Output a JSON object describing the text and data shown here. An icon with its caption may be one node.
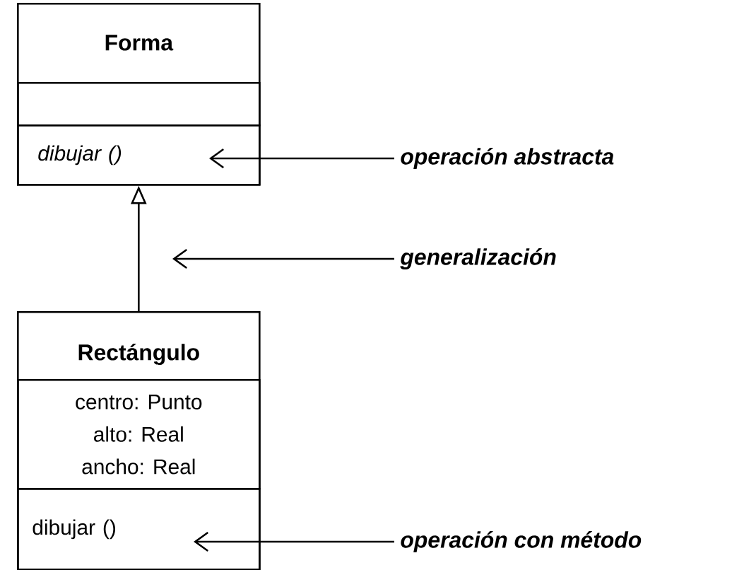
{
  "diagram": {
    "nodes": [
      {
        "text": [
          "Forma"
        ]
      },
      {
        "text": [],
        "shape": "box",
        "in": 0
      },
      {
        "text": [
          "dibujar ()"
        ],
        "in": 0
      },
      {
        "text": [
          "Rectángulo"
        ]
      },
      {
        "text": [
          "centro: Punto",
          "alto: Real",
          "ancho: Real"
        ],
        "in": 3
      },
      {
        "text": [
          "dibujar ()"
        ],
        "in": 3
      },
      {
        "text": [
          "operación abstracta"
        ]
      },
      {
        "text": [
          "generalización"
        ]
      },
      {
        "text": [
          "operación con método"
        ]
      }
    ],
    "edges": [
      {
        "from": 3,
        "to": 0,
        "arrow": "to"
      },
      {
        "from": 6,
        "to": 2,
        "arrow": "to"
      },
      {
        "from": 7,
        "to": null,
        "arrow": "to"
      },
      {
        "from": 8,
        "to": 5,
        "arrow": "to"
      }
    ]
  }
}
